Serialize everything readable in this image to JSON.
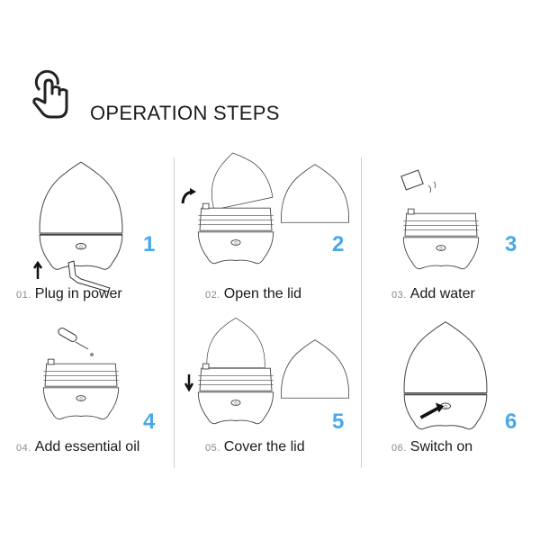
{
  "header": {
    "title": "OPERATION STEPS",
    "icon": "hand-tap-icon"
  },
  "accent_color": "#4aa8e8",
  "steps": [
    {
      "index": "01.",
      "label": "Plug in power",
      "number": "1"
    },
    {
      "index": "02.",
      "label": "Open the lid",
      "number": "2"
    },
    {
      "index": "03.",
      "label": "Add water",
      "number": "3"
    },
    {
      "index": "04.",
      "label": "Add essential oil",
      "number": "4"
    },
    {
      "index": "05.",
      "label": "Cover the lid",
      "number": "5"
    },
    {
      "index": "06.",
      "label": "Switch on",
      "number": "6"
    }
  ]
}
